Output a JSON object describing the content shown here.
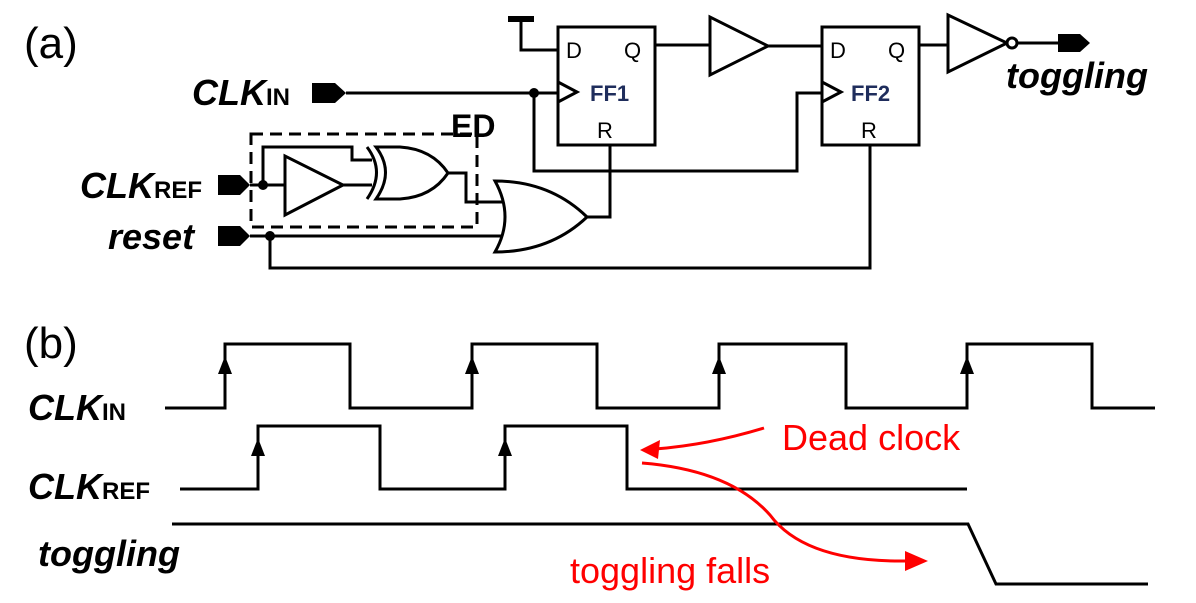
{
  "panel_a": {
    "label": "(a)",
    "ff1": {
      "name": "FF1",
      "d": "D",
      "q": "Q",
      "r": "R"
    },
    "ff2": {
      "name": "FF2",
      "d": "D",
      "q": "Q",
      "r": "R"
    },
    "ed_label": "ED",
    "inputs": {
      "clk_in": {
        "main": "CLK",
        "sub": "IN"
      },
      "clk_ref": {
        "main": "CLK",
        "sub": "REF"
      },
      "reset": "reset"
    },
    "output": "toggling"
  },
  "panel_b": {
    "label": "(b)",
    "signals": {
      "clk_in": {
        "main": "CLK",
        "sub": "IN"
      },
      "clk_ref": {
        "main": "CLK",
        "sub": "REF"
      },
      "toggling": "toggling"
    },
    "annotations": {
      "dead_clock": "Dead clock",
      "toggling_falls": "toggling falls"
    },
    "colors": {
      "annotation": "#ff0000",
      "ff_label": "#1f2d5c"
    }
  }
}
